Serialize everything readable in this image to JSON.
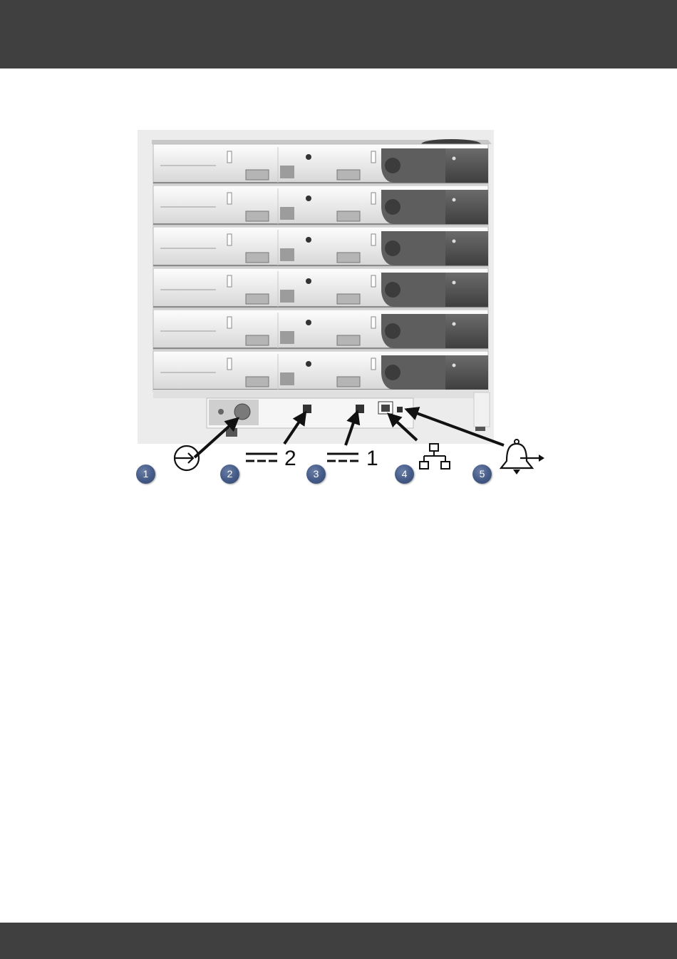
{
  "callouts": [
    {
      "number": "1",
      "icon": "power-input-icon"
    },
    {
      "number": "2",
      "icon": "dc-output-icon",
      "label": "2"
    },
    {
      "number": "3",
      "icon": "dc-output-icon",
      "label": "1"
    },
    {
      "number": "4",
      "icon": "network-icon"
    },
    {
      "number": "5",
      "icon": "alarm-bell-icon"
    }
  ],
  "colors": {
    "bar": "#404040",
    "callout": "#445a86",
    "module_dark": "#5a5a5a",
    "module_light": "#f2f2f2"
  }
}
